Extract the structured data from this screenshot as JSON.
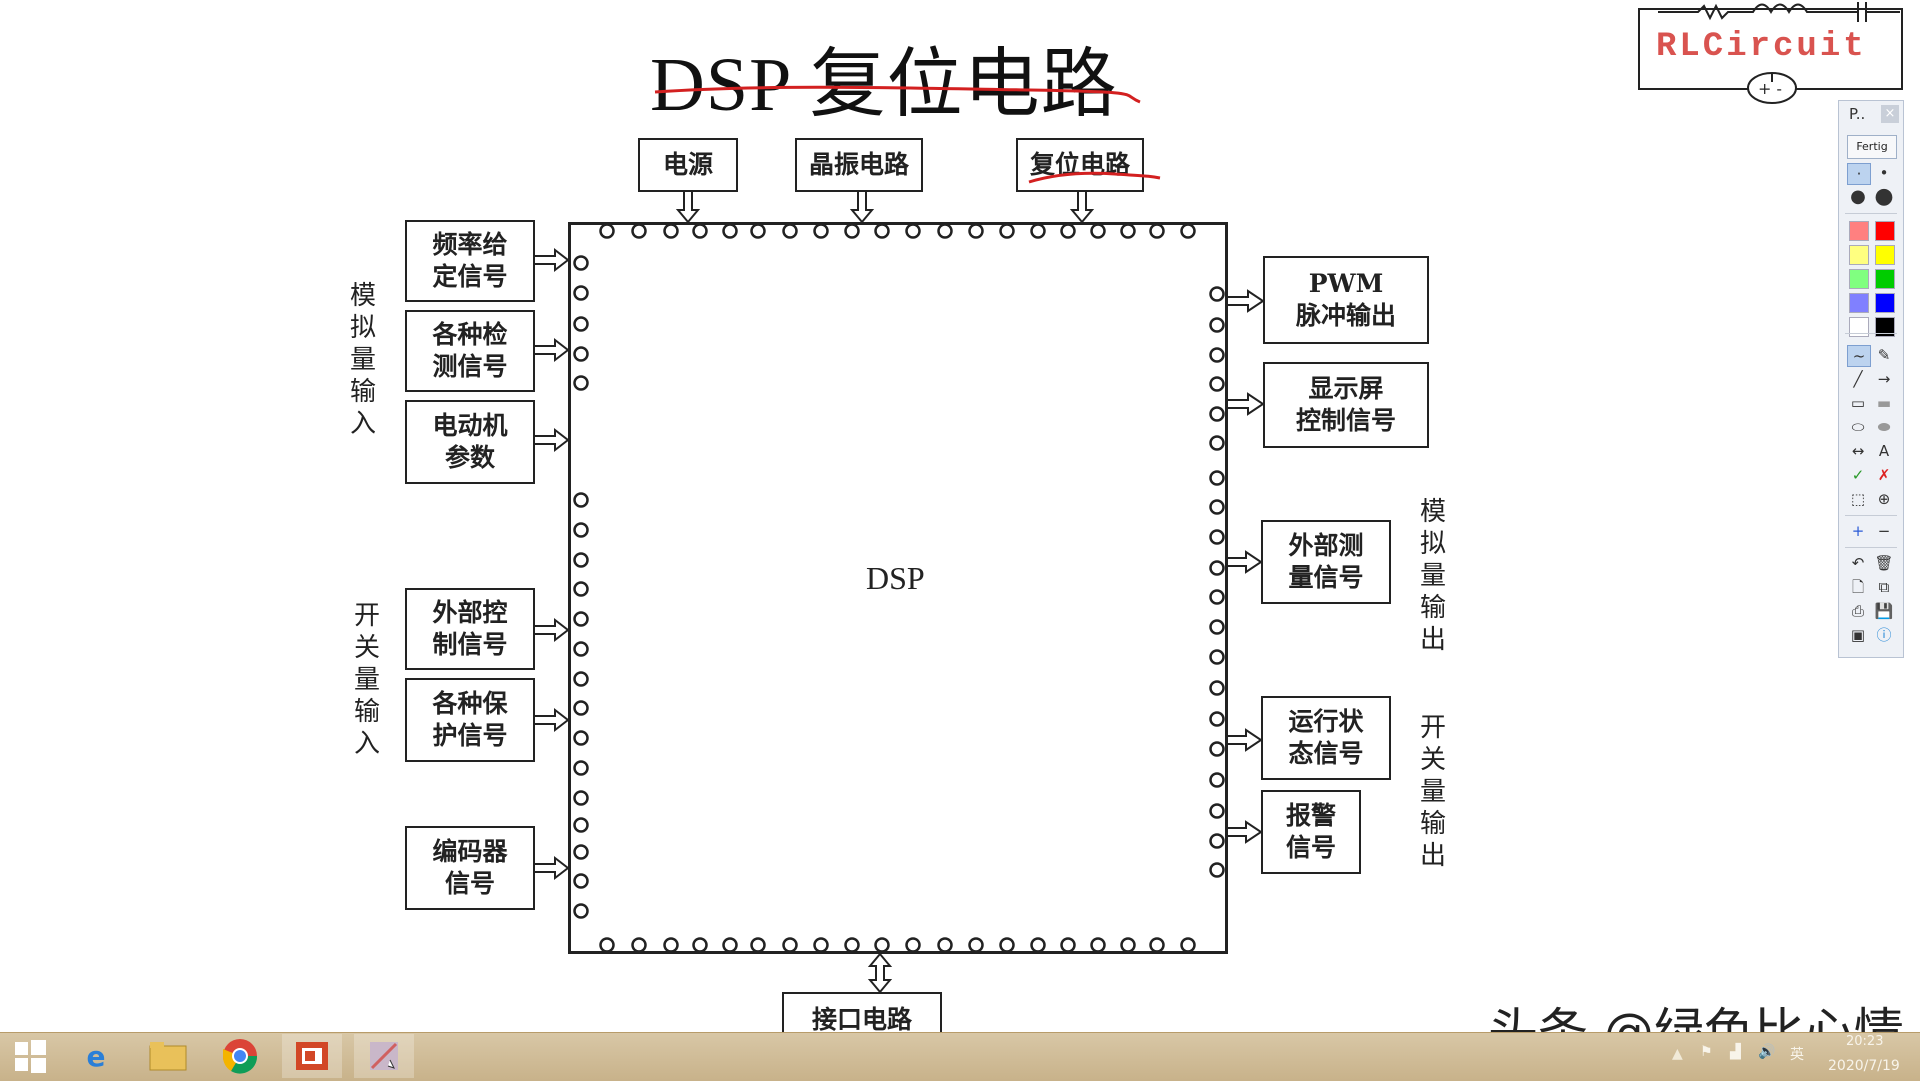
{
  "slide": {
    "title": "DSP 复位电路",
    "chip_label": "DSP",
    "top_boxes": [
      "电源",
      "晶振电路",
      "复位电路"
    ],
    "bottom_box": "接口电路",
    "left_boxes": [
      "频率给\n定信号",
      "各种检\n测信号",
      "电动机\n参数",
      "外部控\n制信号",
      "各种保\n护信号",
      "编码器\n信号"
    ],
    "right_boxes": [
      "PWM\n脉冲输出",
      "显示屏\n控制信号",
      "外部测\n量信号",
      "运行状\n态信号",
      "报警\n信号"
    ],
    "left_labels": [
      "模\n拟\n量\n输\n入",
      "开\n关\n量\n输\n入"
    ],
    "right_labels": [
      "模\n拟\n量\n输\n出",
      "开\n关\n量\n输\n出"
    ],
    "annotation_color": "#d32020"
  },
  "logo": {
    "text": "RLCircuit",
    "color": "#d9534f"
  },
  "watermark": "头条 @绿色比心情",
  "toolbar": {
    "title": "P..",
    "close": "×",
    "done_label": "Fertig",
    "colors": [
      "#ff8080",
      "#ff0000",
      "#ffff80",
      "#ffff00",
      "#80ff80",
      "#00cc00",
      "#8080ff",
      "#0000ff",
      "#ffffff",
      "#000000"
    ],
    "text_tool": "A"
  },
  "taskbar": {
    "icons": [
      "windows-start-icon",
      "internet-explorer-icon",
      "file-explorer-icon",
      "chrome-icon",
      "powerpoint-icon",
      "paint-app-icon"
    ],
    "time": "20:23",
    "date": "2020/7/19",
    "ime": "英"
  }
}
